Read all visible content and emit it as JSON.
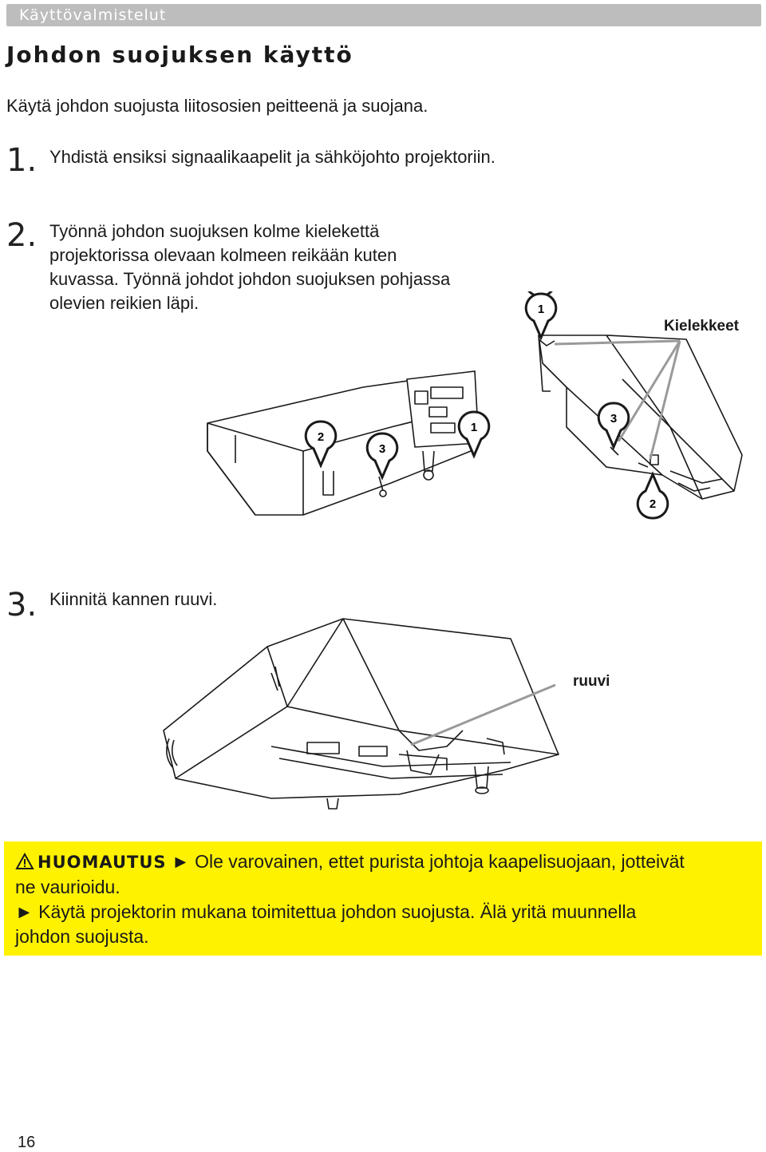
{
  "header": {
    "section": "Käyttövalmistelut"
  },
  "title": "Johdon suojuksen käyttö",
  "intro": "Käytä johdon suojusta liitososien peitteenä ja suojana.",
  "steps": [
    {
      "number": "1.",
      "lines": [
        "Yhdistä ensiksi signaalikaapelit ja sähköjohto projektoriin."
      ]
    },
    {
      "number": "2.",
      "lines": [
        "Työnnä johdon suojuksen kolme kielekettä",
        "projektorissa olevaan kolmeen reikään kuten",
        "kuvassa. Työnnä johdot johdon suojuksen pohjassa",
        "olevien reikien läpi."
      ]
    },
    {
      "number": "3.",
      "lines": [
        "Kiinnitä kannen ruuvi."
      ]
    }
  ],
  "figure1": {
    "label": "Kielekkeet",
    "callouts": [
      "1",
      "2",
      "3",
      "1",
      "3",
      "2"
    ]
  },
  "figure2": {
    "label": "ruuvi"
  },
  "caution": {
    "word": "HUOMAUTUS",
    "line1": "► Ole varovainen, ettet purista johtoja kaapelisuojaan, jotteivät",
    "line2": "ne vaurioidu.",
    "line3": "► Käytä projektorin mukana toimitettua johdon suojusta. Älä yritä muunnella",
    "line4": "johdon suojusta."
  },
  "page_number": "16",
  "colors": {
    "header_bg": "#bdbdbd",
    "caution_bg": "#fff200",
    "callout_gray": "#9a9a9a"
  }
}
